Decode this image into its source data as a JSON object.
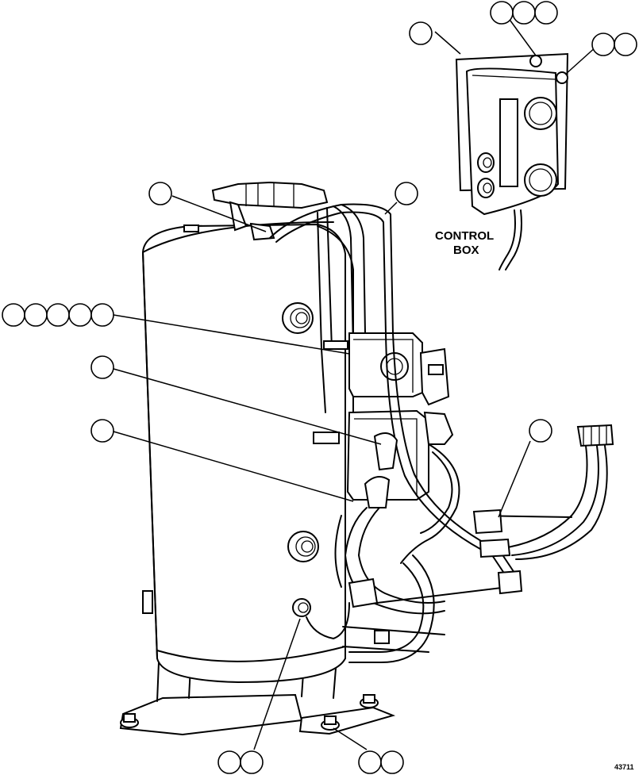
{
  "labels": {
    "control_box_line1": "CONTROL",
    "control_box_line2": "BOX"
  },
  "figure_number": "43711"
}
